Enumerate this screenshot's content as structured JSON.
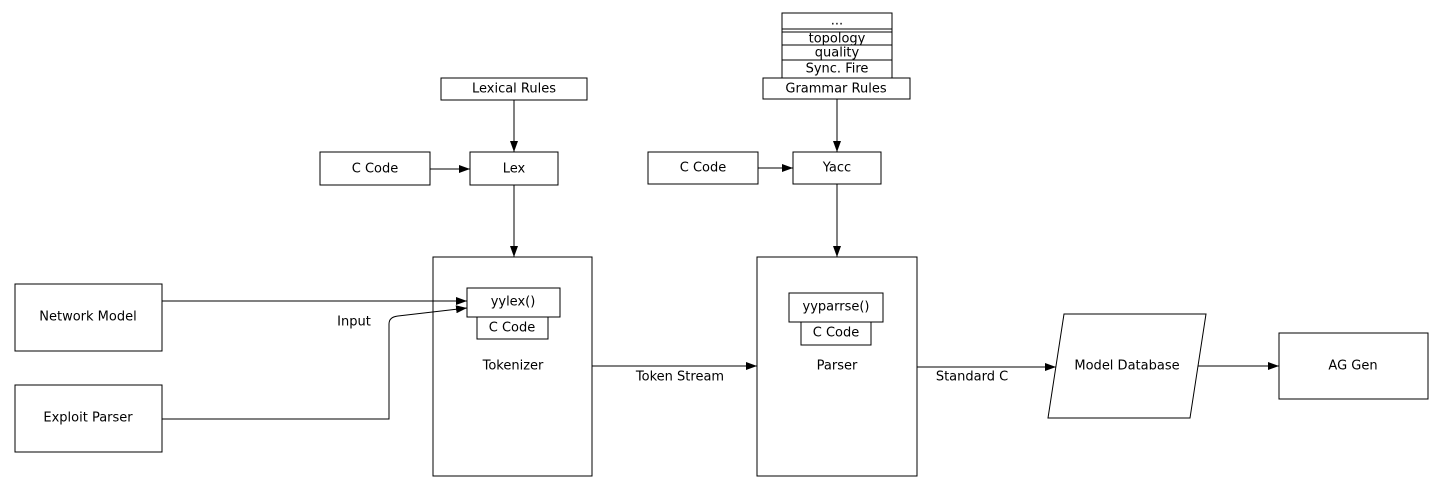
{
  "colors": {
    "highlight": "#FFC40A",
    "stroke": "#000000",
    "background": "#FFFFFF"
  },
  "nodes": {
    "stack": {
      "rows": [
        "...",
        "topology",
        "quality",
        "Sync. Fire"
      ]
    },
    "grammar_rules": {
      "label": "Grammar Rules"
    },
    "lexical_rules": {
      "label": "Lexical Rules"
    },
    "c_code_lex": {
      "label": "C Code"
    },
    "lex": {
      "label": "Lex"
    },
    "c_code_yacc": {
      "label": "C Code"
    },
    "yacc": {
      "label": "Yacc"
    },
    "tokenizer": {
      "label": "Tokenizer",
      "function": "yylex()",
      "code": "C Code"
    },
    "parser": {
      "label": "Parser",
      "function": "yyparrse()",
      "code": "C Code"
    },
    "network_model": {
      "label": "Network Model"
    },
    "exploit_parser": {
      "label": "Exploit Parser"
    },
    "model_database": {
      "label": "Model Database"
    },
    "ag_gen": {
      "label": "AG Gen"
    }
  },
  "edges": {
    "input": {
      "label": "Input"
    },
    "token_stream": {
      "label": "Token Stream"
    },
    "standard_c": {
      "label": "Standard C"
    }
  }
}
